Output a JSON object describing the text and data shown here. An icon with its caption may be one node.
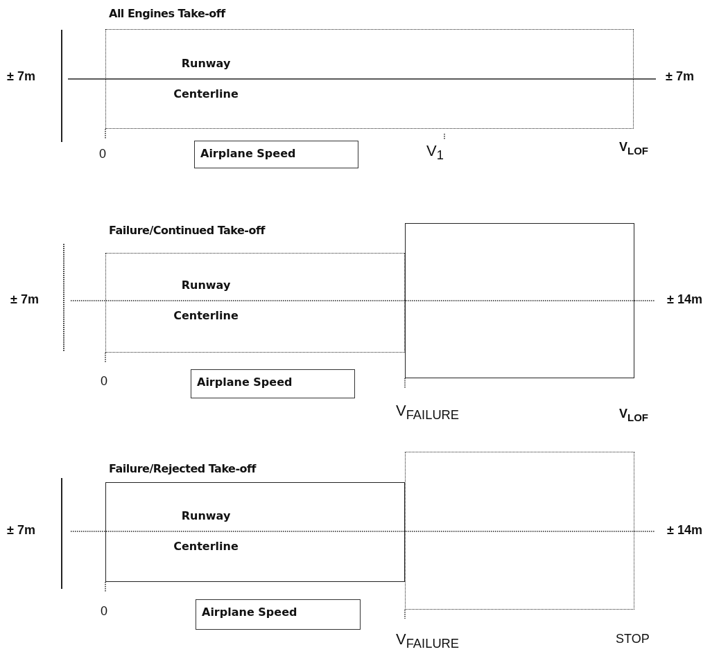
{
  "diagram": {
    "nodes": [
      {
        "text": [
          "All Engines Take-off",
          "Runway Centerline"
        ]
      },
      {
        "text": [
          "Airplane Speed"
        ]
      },
      {
        "text": [],
        "shape": "box"
      },
      {
        "text": [
          "Failure/Continued Take-off",
          "Runway Centerline"
        ]
      },
      {
        "text": [
          "Airplane Speed"
        ]
      },
      {
        "text": [],
        "shape": "box"
      },
      {
        "text": [
          "Failure/Rejected Take-off",
          "Runway Centerline"
        ]
      },
      {
        "text": [
          "Airplane Speed"
        ]
      }
    ],
    "labels": [
      "± 7m",
      "± 7m",
      "0",
      "V$_{1}$",
      "V$_{LOF}$",
      "± 7m",
      "± 14m",
      "0",
      "V$_{FAILURE}$",
      "V$_{LOF}$",
      "± 7m",
      "± 14m",
      "0",
      "V$_{FAILURE}$",
      "STOP"
    ]
  }
}
